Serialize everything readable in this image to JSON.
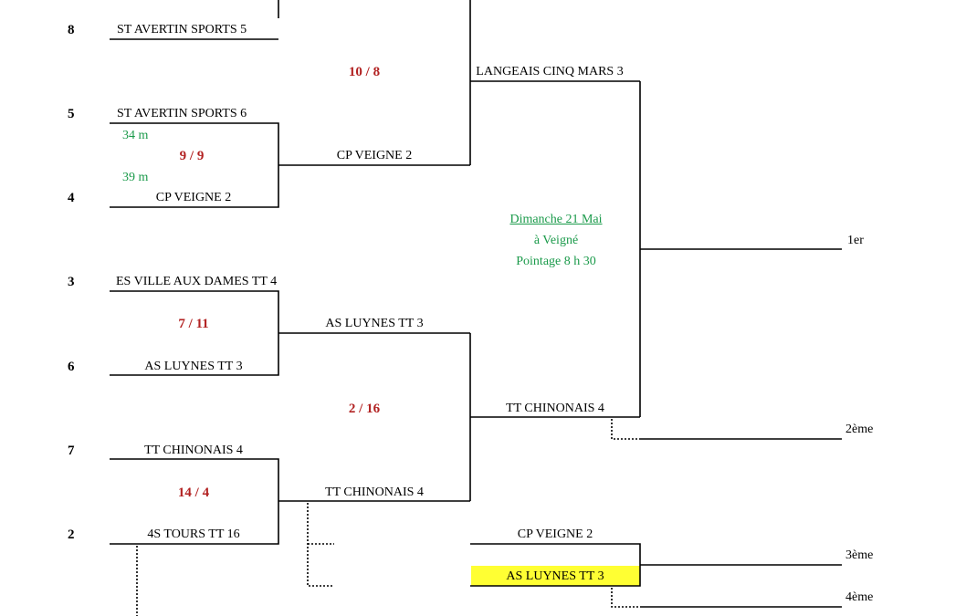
{
  "seeds": [
    "8",
    "5",
    "4",
    "3",
    "6",
    "7",
    "2"
  ],
  "teams": {
    "r1_1_bottom": "ST AVERTIN SPORTS 5",
    "r1_2_top": "ST AVERTIN SPORTS 6",
    "r1_2_bottom": "CP VEIGNE 2",
    "r1_3_top": "ES VILLE AUX DAMES TT 4",
    "r1_3_bottom": "AS LUYNES TT 3",
    "r1_4_top": "TT CHINONAIS 4",
    "r1_4_bottom": "4S TOURS TT 16",
    "qf_2": "CP VEIGNE 2",
    "qf_3": "AS LUYNES TT 3",
    "qf_4": "TT CHINONAIS 4",
    "sf_1": "LANGEAIS CINQ MARS 3",
    "sf_2": "TT CHINONAIS 4",
    "third_1": "CP VEIGNE 2",
    "third_2": "AS LUYNES TT 3"
  },
  "scores": {
    "s_10_8": "10 / 8",
    "s_9_9": "9 / 9",
    "s_7_11": "7 / 11",
    "s_2_16": "2 / 16",
    "s_14_4": "14 / 4"
  },
  "notes": {
    "m34": "34 m",
    "m39": "39 m"
  },
  "event": {
    "date": "Dimanche 21 Mai",
    "place": "à Veigné",
    "checkin": "Pointage 8 h 30"
  },
  "places": {
    "first": "1er",
    "second": "2ème",
    "third": "3ème",
    "fourth": "4ème"
  },
  "colors": {
    "score": "#b22222",
    "info": "#1a9a4a",
    "highlight": "#ffff33"
  }
}
